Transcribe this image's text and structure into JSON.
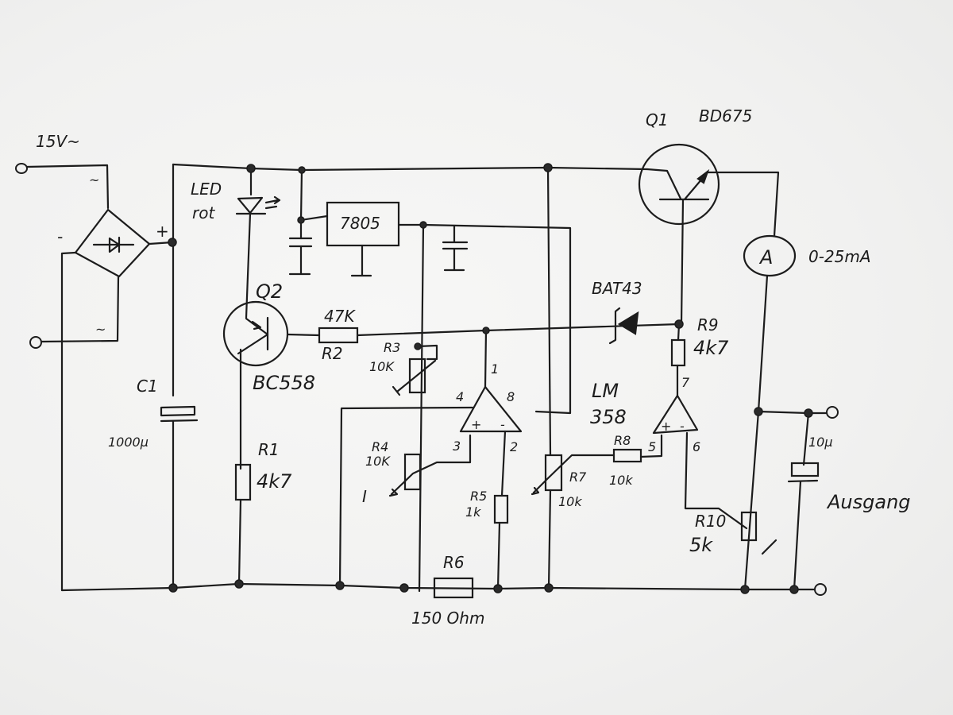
{
  "input": {
    "label": "15V~",
    "ac_mark_top": "~",
    "ac_mark_bottom": "~",
    "minus": "-",
    "plus": "+"
  },
  "led": {
    "name": "LED",
    "color": "rot"
  },
  "c1": {
    "name": "C1",
    "value": "1000µ"
  },
  "q2": {
    "name": "Q2",
    "type": "BC558"
  },
  "r1": {
    "name": "R1",
    "value": "4k7"
  },
  "regulator": {
    "label": "7805"
  },
  "r2": {
    "name": "R2",
    "value": "47K"
  },
  "r3": {
    "name": "R3",
    "value": "10K"
  },
  "r4": {
    "name": "R4",
    "value": "10K",
    "symbol": "I"
  },
  "r5": {
    "name": "R5",
    "value": "1k"
  },
  "r6": {
    "name": "R6",
    "value": "150 Ohm"
  },
  "r7": {
    "name": "R7",
    "value": "10k"
  },
  "r8": {
    "name": "R8",
    "value": "10k"
  },
  "r9": {
    "name": "R9",
    "value": "4k7"
  },
  "r10": {
    "name": "R10",
    "value": "5k"
  },
  "q1": {
    "name": "Q1",
    "type": "BD675"
  },
  "diode": {
    "label": "BAT43"
  },
  "opamp": {
    "label_line1": "LM",
    "label_line2": "358",
    "pins": {
      "p1": "1",
      "p2": "2",
      "p3": "3",
      "p4": "4",
      "p5": "5",
      "p6": "6",
      "p7": "7",
      "p8": "8"
    },
    "plus": "+",
    "minus": "-"
  },
  "ammeter": {
    "symbol": "A",
    "range": "0-25mA"
  },
  "output": {
    "cap_value": "10µ",
    "label": "Ausgang"
  }
}
